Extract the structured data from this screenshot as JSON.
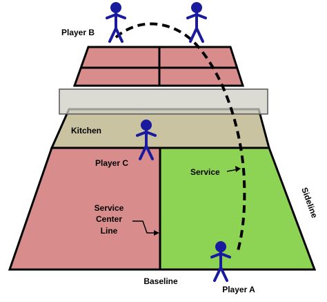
{
  "labels": {
    "player_a": "Player A",
    "player_b": "Player B",
    "player_c": "Player C",
    "kitchen": "Kitchen",
    "service": "Service",
    "service_center_line": [
      "Service",
      "Center",
      "Line"
    ],
    "baseline": "Baseline",
    "sideline": "Sideline"
  },
  "colors": {
    "left_service_court": "#d98c8c",
    "right_service_court": "#8ed454",
    "kitchen": "#c9c3a1",
    "far_court": "#d98c8c",
    "net": "#cfcfc4",
    "player": "#1a1a9e",
    "outline": "#000000"
  }
}
